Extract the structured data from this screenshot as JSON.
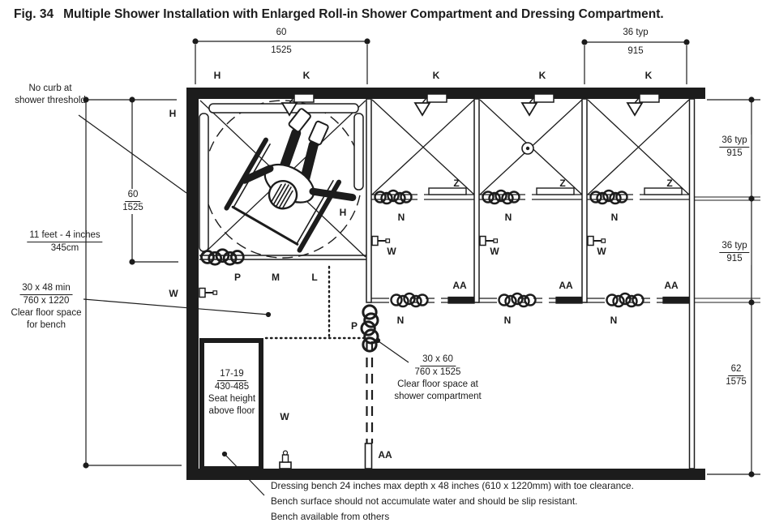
{
  "figure": {
    "label": "Fig. 34",
    "title": "Multiple Shower Installation with Enlarged Roll-in Shower Compartment and Dressing Compartment."
  },
  "dimensions": {
    "top_width": {
      "value": "60",
      "metric": "1525"
    },
    "top_typical": {
      "value": "36 typ",
      "metric": "915"
    },
    "left_width": {
      "value": "60",
      "metric": "1525"
    },
    "overall_depth": {
      "value": "11 feet - 4 inches",
      "metric": "345cm"
    },
    "right_typ_upper": {
      "value": "36 typ",
      "metric": "915"
    },
    "right_typ_lower": {
      "value": "36 typ",
      "metric": "915"
    },
    "right_clearance": {
      "value": "62",
      "metric": "1575"
    }
  },
  "annotations": {
    "no_curb": {
      "line1": "No curb at",
      "line2": "shower threshold"
    },
    "bench_clearance": {
      "value": "30 x 48 min",
      "metric": "760 x 1220",
      "line3": "Clear floor space",
      "line4": "for bench"
    },
    "seat_height": {
      "value": "17-19",
      "metric": "430-485",
      "line3": "Seat height",
      "line4": "above floor"
    },
    "shower_clearance": {
      "value": "30 x 60",
      "metric": "760 x 1525",
      "line3": "Clear floor space at",
      "line4": "shower compartment"
    },
    "bench_note": {
      "line1": "Dressing bench 24 inches max depth x 48 inches (610 x 1220mm) with toe clearance.",
      "line2": "Bench surface should not accumulate water and should be slip resistant.",
      "line3": "Bench available from others"
    }
  },
  "key_letters": {
    "h": "H",
    "k": "K",
    "z": "Z",
    "n": "N",
    "w": "W",
    "aa": "AA",
    "p": "P",
    "m": "M",
    "l": "L"
  },
  "colors": {
    "line": "#1c1c1c",
    "background": "#ffffff"
  }
}
